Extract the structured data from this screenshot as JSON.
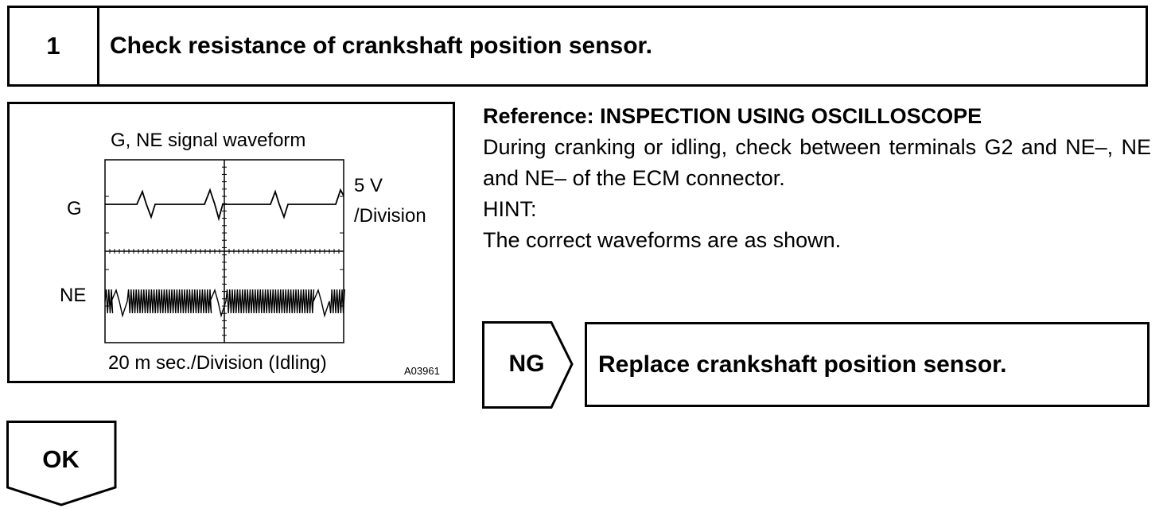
{
  "step": {
    "number": "1",
    "title": "Check resistance of crankshaft position sensor."
  },
  "figure": {
    "title": "G, NE signal waveform",
    "channel_g": "G",
    "channel_ne": "NE",
    "volts_per_div": "5 V",
    "volts_per_div_unit": "/Division",
    "time_base": "20 m sec./Division (Idling)",
    "figure_code": "A03961"
  },
  "reference": {
    "title": "Reference: INSPECTION USING OSCILLOSCOPE",
    "text": "During cranking or idling, check between terminals G2 and NE–, NE and NE– of the ECM connector.",
    "hint_label": "HINT:",
    "hint_text": "The correct waveforms are as shown."
  },
  "ng_branch": {
    "label": "NG",
    "action": "Replace crankshaft position sensor."
  },
  "ok_branch": {
    "label": "OK"
  }
}
